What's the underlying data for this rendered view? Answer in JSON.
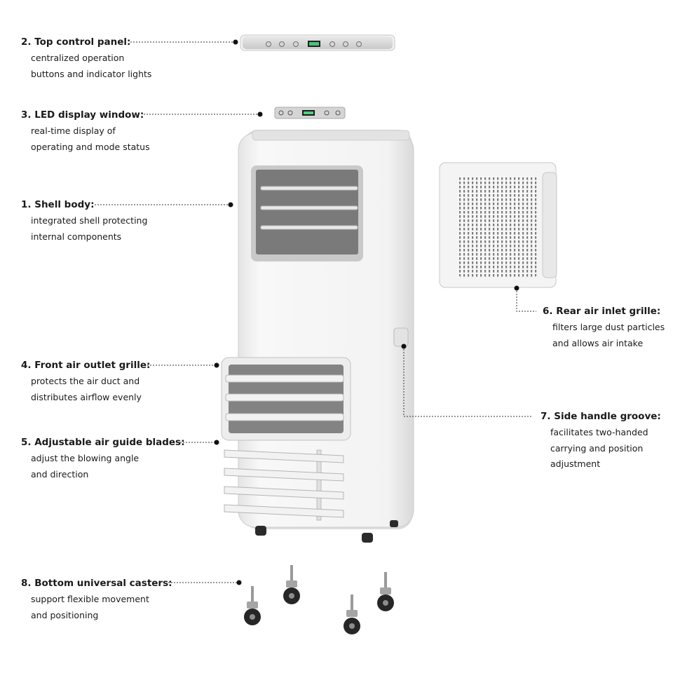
{
  "callouts": [
    {
      "title": "2. Top control panel:",
      "lines": [
        "centralized operation",
        "buttons and indicator lights"
      ]
    },
    {
      "title": "3. LED display window:",
      "lines": [
        "real-time display of",
        "operating and mode status"
      ]
    },
    {
      "title": "1. Shell body:",
      "lines": [
        "integrated shell protecting",
        "internal components"
      ]
    },
    {
      "title": "4. Front air outlet grille:",
      "lines": [
        "protects the air duct and",
        "distributes airflow evenly"
      ]
    },
    {
      "title": "5. Adjustable air guide blades:",
      "lines": [
        "adjust the blowing angle",
        "and direction"
      ]
    },
    {
      "title": "6. Rear air inlet grille:",
      "lines": [
        "filters large dust particles",
        "and allows air intake"
      ]
    },
    {
      "title": "7. Side handle groove:",
      "lines": [
        "facilitates two-handed",
        "carrying and position",
        "adjustment"
      ]
    },
    {
      "title": "8. Bottom universal casters:",
      "lines": [
        "support flexible movement",
        "and positioning"
      ]
    }
  ]
}
